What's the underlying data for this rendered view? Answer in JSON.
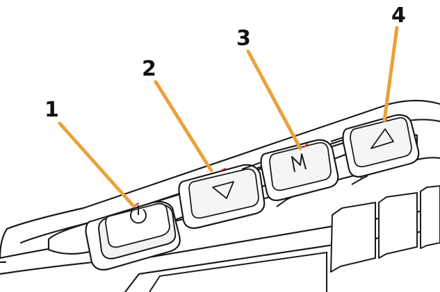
{
  "colors": {
    "leader": "#E9A23B",
    "ink": "#1a1a1a",
    "accent": "#d62828",
    "fill": "#ffffff",
    "shade": "#d9d9d9"
  },
  "callouts": [
    {
      "number": "1",
      "target": "power-button",
      "icon": "power-icon"
    },
    {
      "number": "2",
      "target": "down-button",
      "icon": "triangle-down-icon"
    },
    {
      "number": "3",
      "target": "menu-button",
      "icon": "m-letter-icon"
    },
    {
      "number": "4",
      "target": "up-button",
      "icon": "triangle-up-icon"
    }
  ]
}
